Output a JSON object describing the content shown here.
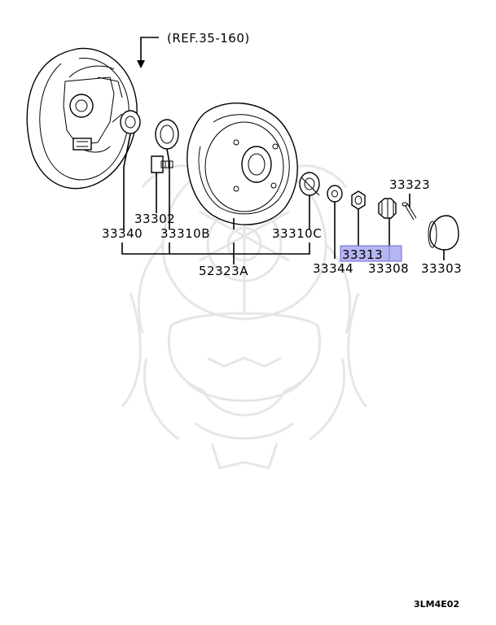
{
  "diagram": {
    "ref_label": "(REF.35-160)",
    "callouts": [
      {
        "id": "p33340",
        "label": "33340",
        "highlighted": false
      },
      {
        "id": "p33302",
        "label": "33302",
        "highlighted": false
      },
      {
        "id": "p33310b",
        "label": "33310B",
        "highlighted": false
      },
      {
        "id": "p33310c",
        "label": "33310C",
        "highlighted": false
      },
      {
        "id": "p52323a",
        "label": "52323A",
        "highlighted": false
      },
      {
        "id": "p33323",
        "label": "33323",
        "highlighted": false
      },
      {
        "id": "p33313",
        "label": "33313",
        "highlighted": true
      },
      {
        "id": "p33344",
        "label": "33344",
        "highlighted": false
      },
      {
        "id": "p33308",
        "label": "33308",
        "highlighted": false
      },
      {
        "id": "p33303",
        "label": "33303",
        "highlighted": false
      }
    ],
    "diagram_code": "3LM4E02",
    "highlight_color": "#a8a8f0",
    "highlight_border": "#6a6ad8",
    "watermark_color": "#e6e6e6"
  }
}
